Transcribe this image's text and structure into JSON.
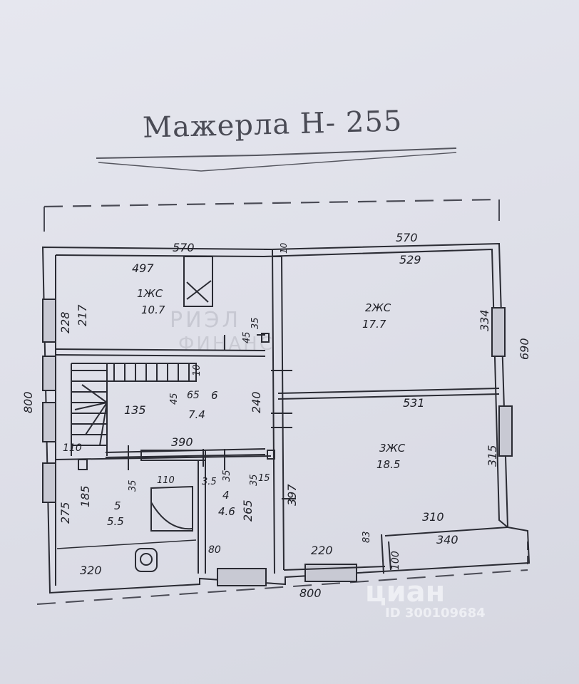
{
  "title": "Мажерла Н- 255",
  "dimensions": {
    "top_left": "570",
    "top_right": "570",
    "top_gap": "10",
    "left_total": "800",
    "right_total": "690",
    "bottom_total": "800",
    "right_lower_step": "340",
    "step_small": "100",
    "step_83": "83",
    "r1_width": "497",
    "r1_h1": "228",
    "r1_h2": "217",
    "r2_width": "529",
    "r2_height": "334",
    "r3_width": "531",
    "r3_height": "315",
    "r3_left": "397",
    "r3_bottom": "310",
    "r3_door": "220",
    "hall_wall": "240",
    "hall_width": "390",
    "hall_135": "135",
    "hall_65": "65",
    "hall_45": "45",
    "hall_10": "10",
    "stair_110": "110",
    "k_45": "45",
    "k_35": "35",
    "r5_width": "320",
    "r5_275": "275",
    "r5_185": "185",
    "r5_35": "35",
    "r5_110": "110",
    "r4_35a": "3.5",
    "r4_35b": "35",
    "r4_265": "265",
    "r4_35c": "35",
    "r4_15": "15",
    "r4_80": "80"
  },
  "rooms": [
    {
      "num": "1ЖС",
      "area": "10.7"
    },
    {
      "num": "2ЖС",
      "area": "17.7"
    },
    {
      "num": "3ЖС",
      "area": "18.5"
    },
    {
      "num": "4",
      "area": "4.6"
    },
    {
      "num": "5",
      "area": "5.5"
    },
    {
      "num": "6",
      "area": "7.4"
    }
  ],
  "watermark": {
    "line1": "РИЭЛ",
    "line2": "ФИНАНС"
  },
  "cian": {
    "logo": "циан",
    "id": "ID 300109684"
  }
}
